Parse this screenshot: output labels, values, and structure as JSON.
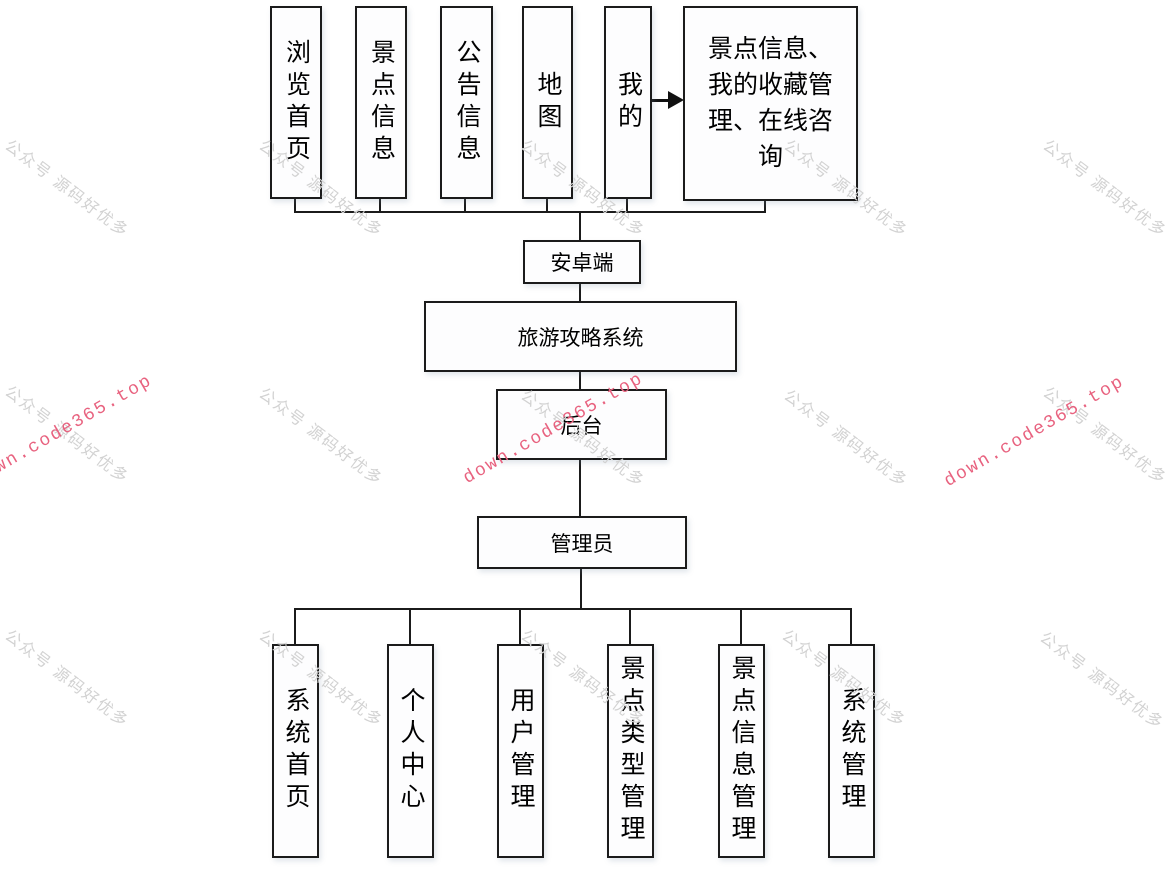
{
  "diagram": {
    "client": {
      "modules": [
        "浏览首页",
        "景点信息",
        "公告信息",
        "地图",
        "我的"
      ],
      "mine_detail": "景点信息、我的收藏管理、在线咨询",
      "platform": "安卓端"
    },
    "core": {
      "system": "旅游攻略系统",
      "backend": "后台",
      "admin": "管理员"
    },
    "admin_modules": [
      "系统首页",
      "个人中心",
      "用户管理",
      "景点类型管理",
      "景点信息管理",
      "系统管理"
    ]
  },
  "watermarks": {
    "brand": "公众号 源码好优多",
    "site": "down.code365.top",
    "brand_color": "#d2d2d2",
    "site_color": "#e8627f"
  }
}
